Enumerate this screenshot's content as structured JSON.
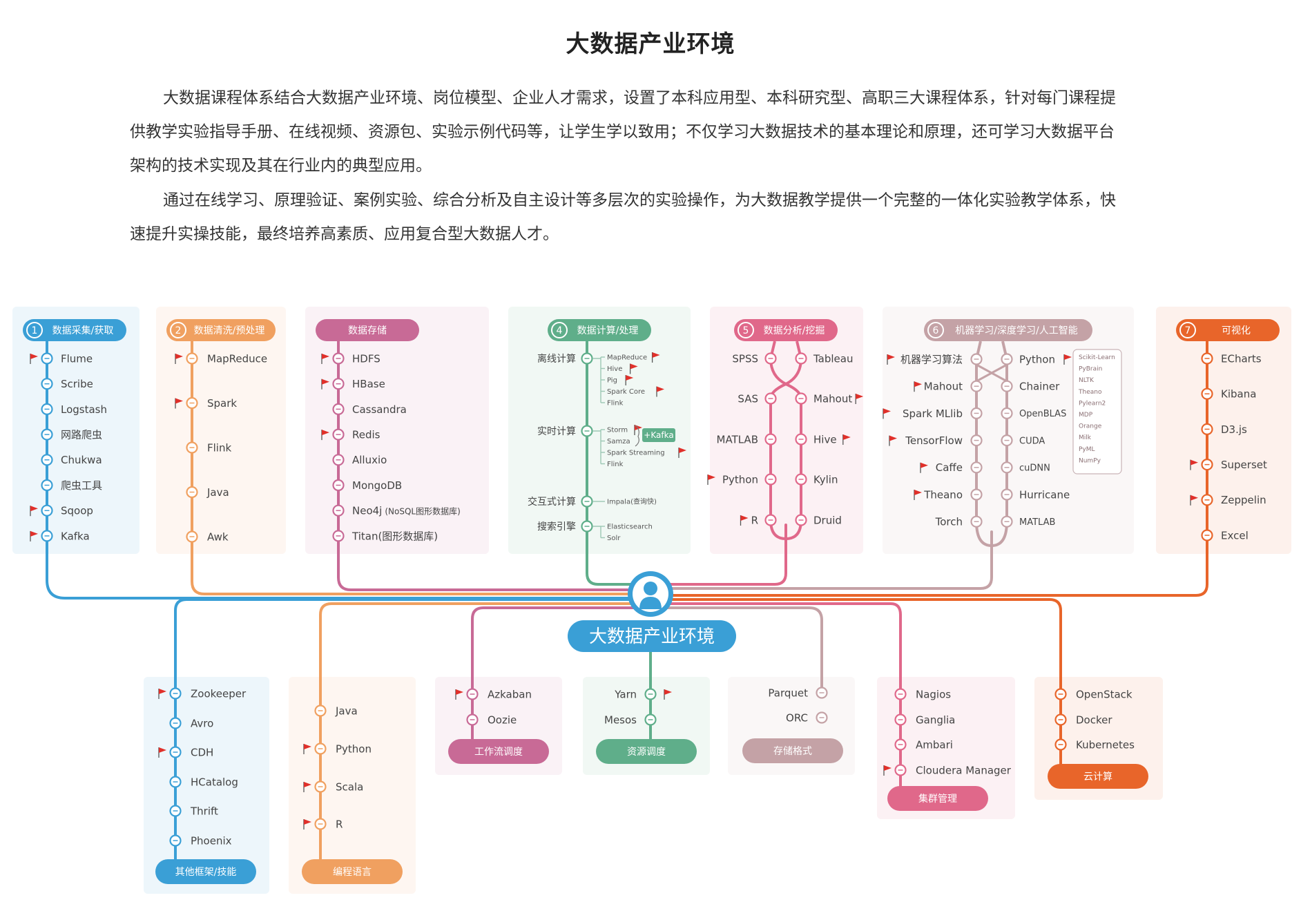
{
  "title": "大数据产业环境",
  "intro": [
    "大数据课程体系结合大数据产业环境、岗位模型、企业人才需求，设置了本科应用型、本科研究型、高职三大课程体系，针对每门课程提供教学实验指导手册、在线视频、资源包、实验示例代码等，让学生学以致用；不仅学习大数据技术的基本理论和原理，还可学习大数据平台架构的技术实现及其在行业内的典型应用。",
    "通过在线学习、原理验证、案例实验、综合分析及自主设计等多层次的实验操作，为大数据教学提供一个完整的一体化实验教学体系，快速提升实操技能，最终培养高素质、应用复合型大数据人才。"
  ],
  "center": {
    "label": "大数据产业环境",
    "icon": "person-icon"
  },
  "colors": {
    "blue": "#3a9fd6",
    "orange": "#f0a060",
    "magenta": "#c86a96",
    "green": "#5fae8a",
    "pink": "#e0688a",
    "mauve": "#c4a2a6",
    "deep_orange": "#e8652a",
    "flag": "#e0302a"
  },
  "top_groups": [
    {
      "num": "1",
      "title": "数据采集/获取",
      "color": "#3a9fd6",
      "items": [
        {
          "label": "Flume",
          "flag": true
        },
        {
          "label": "Scribe",
          "flag": false
        },
        {
          "label": "Logstash",
          "flag": false
        },
        {
          "label": "网路爬虫",
          "flag": false
        },
        {
          "label": "Chukwa",
          "flag": false
        },
        {
          "label": "爬虫工具",
          "flag": false
        },
        {
          "label": "Sqoop",
          "flag": true
        },
        {
          "label": "Kafka",
          "flag": true
        }
      ]
    },
    {
      "num": "2",
      "title": "数据清洗/预处理",
      "color": "#f0a060",
      "items": [
        {
          "label": "MapReduce",
          "flag": true
        },
        {
          "label": "Spark",
          "flag": true
        },
        {
          "label": "Flink",
          "flag": false
        },
        {
          "label": "Java",
          "flag": false
        },
        {
          "label": "Awk",
          "flag": false
        }
      ]
    },
    {
      "num": "",
      "title": "数据存储",
      "color": "#c86a96",
      "items": [
        {
          "label": "HDFS",
          "flag": true
        },
        {
          "label": "HBase",
          "flag": true
        },
        {
          "label": "Cassandra",
          "flag": false
        },
        {
          "label": "Redis",
          "flag": true
        },
        {
          "label": "Alluxio",
          "flag": false
        },
        {
          "label": "MongoDB",
          "flag": false
        },
        {
          "label": "Neo4j",
          "note": "(NoSQL图形数据库)",
          "flag": false
        },
        {
          "label": "Titan(图形数据库)",
          "flag": false
        }
      ]
    },
    {
      "num": "4",
      "title": "数据计算/处理",
      "color": "#5fae8a",
      "subgroups": [
        {
          "label": "离线计算",
          "items": [
            {
              "label": "MapReduce",
              "flag": true
            },
            {
              "label": "Hive",
              "flag": true
            },
            {
              "label": "Pig",
              "flag": true
            },
            {
              "label": "Spark Core",
              "flag": true
            },
            {
              "label": "Flink",
              "flag": false
            }
          ]
        },
        {
          "label": "实时计算",
          "items": [
            {
              "label": "Storm",
              "flag": true
            },
            {
              "label": "Samza",
              "flag": false
            },
            {
              "label": "Spark Streaming",
              "flag": true
            },
            {
              "label": "Flink",
              "flag": false
            }
          ],
          "badge": "+Kafka"
        },
        {
          "label": "交互式计算",
          "items": [
            {
              "label": "Impala(查询快)",
              "flag": false
            }
          ]
        },
        {
          "label": "搜索引擎",
          "items": [
            {
              "label": "Elasticsearch",
              "flag": false
            },
            {
              "label": "Solr",
              "flag": false
            }
          ]
        }
      ]
    },
    {
      "num": "5",
      "title": "数据分析/挖掘",
      "color": "#e0688a",
      "left_items": [
        {
          "label": "SPSS",
          "flag": false
        },
        {
          "label": "SAS",
          "flag": false
        },
        {
          "label": "MATLAB",
          "flag": false
        },
        {
          "label": "Python",
          "flag": true
        },
        {
          "label": "R",
          "flag": true
        }
      ],
      "right_items": [
        {
          "label": "Tableau",
          "flag": false
        },
        {
          "label": "Mahout",
          "flag": true
        },
        {
          "label": "Hive",
          "flag": true
        },
        {
          "label": "Kylin",
          "flag": false
        },
        {
          "label": "Druid",
          "flag": false
        }
      ]
    },
    {
      "num": "6",
      "title": "机器学习/深度学习/人工智能",
      "color": "#c4a2a6",
      "left_items": [
        {
          "label": "机器学习算法",
          "flag": true
        },
        {
          "label": "Mahout",
          "flag": true
        },
        {
          "label": "Spark MLlib",
          "flag": true
        },
        {
          "label": "TensorFlow",
          "flag": true
        },
        {
          "label": "Caffe",
          "flag": true
        },
        {
          "label": "Theano",
          "flag": true
        },
        {
          "label": "Torch",
          "flag": false
        }
      ],
      "right_items": [
        {
          "label": "Python",
          "flag": true
        },
        {
          "label": "Chainer",
          "flag": false
        },
        {
          "label": "OpenBLAS",
          "flag": false
        },
        {
          "label": "CUDA",
          "flag": false
        },
        {
          "label": "cuDNN",
          "flag": false
        },
        {
          "label": "Hurricane",
          "flag": false
        },
        {
          "label": "MATLAB",
          "flag": false
        }
      ],
      "python_libs": [
        "Scikit-Learn",
        "PyBrain",
        "NLTK",
        "Theano",
        "Pylearn2",
        "MDP",
        "Orange",
        "Milk",
        "PyML",
        "NumPy"
      ]
    },
    {
      "num": "7",
      "title": "可视化",
      "color": "#e8652a",
      "items": [
        {
          "label": "ECharts",
          "flag": false
        },
        {
          "label": "Kibana",
          "flag": false
        },
        {
          "label": "D3.js",
          "flag": false
        },
        {
          "label": "Superset",
          "flag": true
        },
        {
          "label": "Zeppelin",
          "flag": true
        },
        {
          "label": "Excel",
          "flag": false
        }
      ]
    }
  ],
  "bottom_groups": [
    {
      "title": "其他框架/技能",
      "color": "#3a9fd6",
      "items": [
        {
          "label": "Zookeeper",
          "flag": true
        },
        {
          "label": "Avro",
          "flag": false
        },
        {
          "label": "CDH",
          "flag": true
        },
        {
          "label": "HCatalog",
          "flag": false
        },
        {
          "label": "Thrift",
          "flag": false
        },
        {
          "label": "Phoenix",
          "flag": false
        }
      ]
    },
    {
      "title": "编程语言",
      "color": "#f0a060",
      "items": [
        {
          "label": "Java",
          "flag": false
        },
        {
          "label": "Python",
          "flag": true
        },
        {
          "label": "Scala",
          "flag": true
        },
        {
          "label": "R",
          "flag": true
        }
      ]
    },
    {
      "title": "工作流调度",
      "color": "#c86a96",
      "items": [
        {
          "label": "Azkaban",
          "flag": true
        },
        {
          "label": "Oozie",
          "flag": false
        }
      ]
    },
    {
      "title": "资源调度",
      "color": "#5fae8a",
      "items": [
        {
          "label": "Yarn",
          "flag": true
        },
        {
          "label": "Mesos",
          "flag": false
        }
      ]
    },
    {
      "title": "存储格式",
      "color": "#c4a2a6",
      "items": [
        {
          "label": "Parquet",
          "flag": false
        },
        {
          "label": "ORC",
          "flag": false
        }
      ]
    },
    {
      "title": "集群管理",
      "color": "#e0688a",
      "items": [
        {
          "label": "Nagios",
          "flag": false
        },
        {
          "label": "Ganglia",
          "flag": false
        },
        {
          "label": "Ambari",
          "flag": false
        },
        {
          "label": "Cloudera Manager",
          "flag": true
        }
      ]
    },
    {
      "title": "云计算",
      "color": "#e8652a",
      "items": [
        {
          "label": "OpenStack",
          "flag": false
        },
        {
          "label": "Docker",
          "flag": false
        },
        {
          "label": "Kubernetes",
          "flag": false
        }
      ]
    }
  ]
}
